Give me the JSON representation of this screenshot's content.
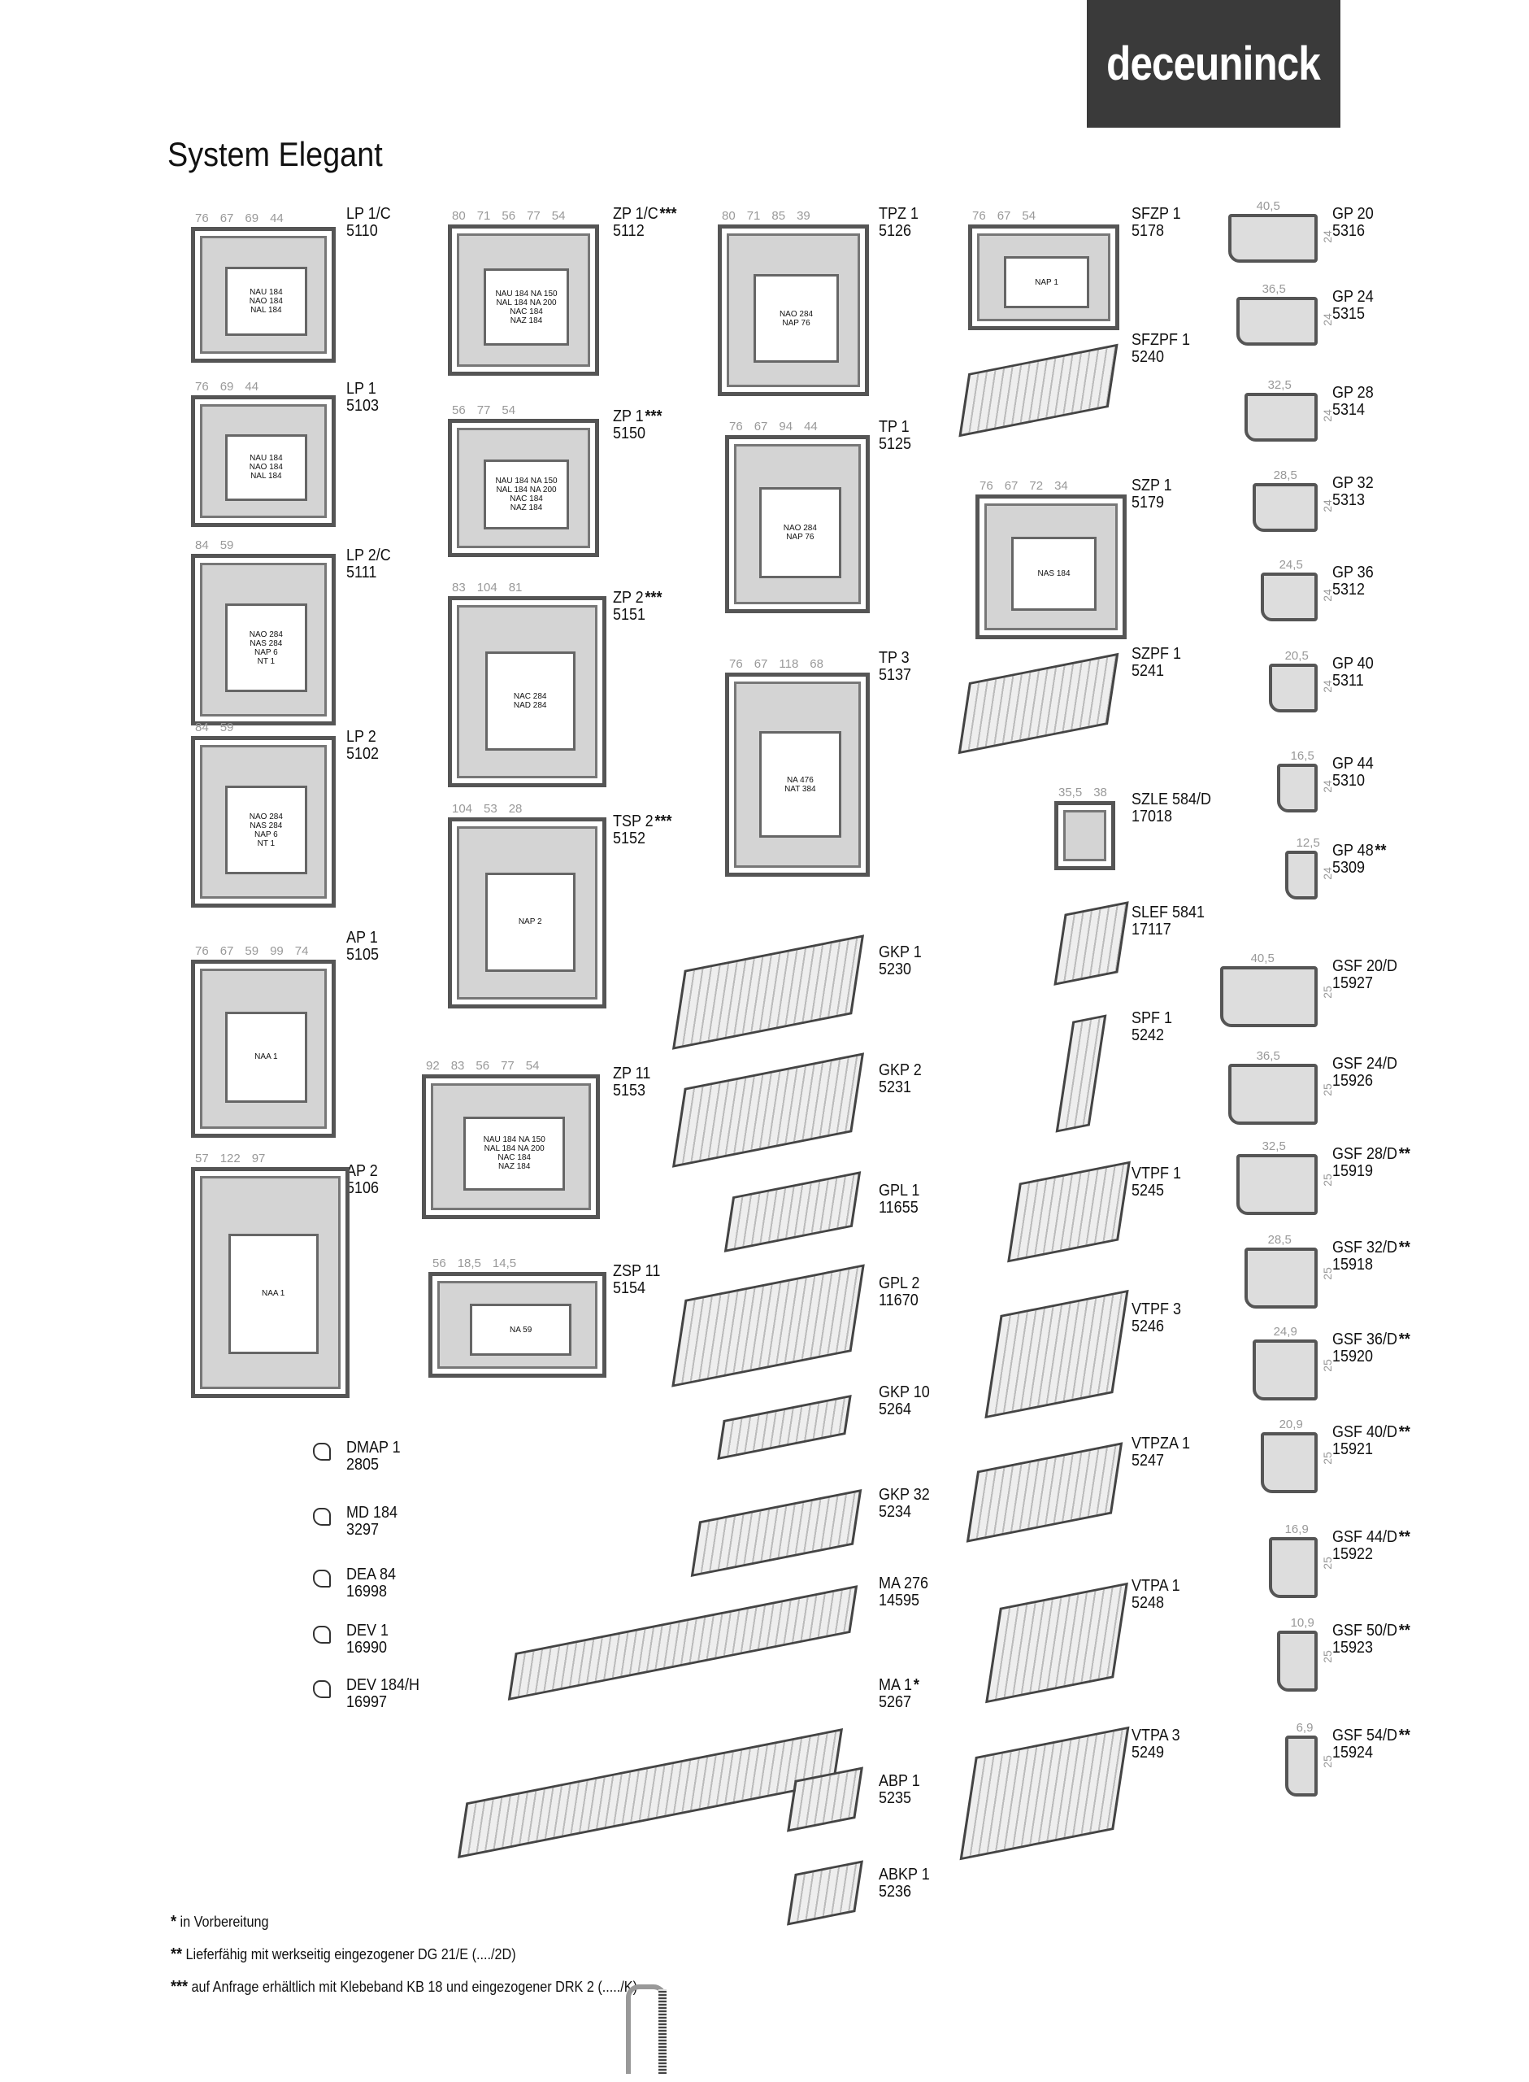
{
  "brand": "deceuninck",
  "title": "System Elegant",
  "items": [
    {
      "name": "LP 1/C",
      "code": "5110",
      "type": "profile",
      "dims": [
        "76",
        "67",
        "69",
        "44"
      ],
      "glazing": [
        "NAU 184",
        "NAO 184",
        "NAL 184"
      ]
    },
    {
      "name": "LP 1",
      "code": "5103",
      "type": "profile",
      "dims": [
        "76",
        "69",
        "44"
      ],
      "glazing": [
        "NAU 184",
        "NAO 184",
        "NAL 184"
      ]
    },
    {
      "name": "LP 2/C",
      "code": "5111",
      "type": "profile",
      "dims": [
        "84",
        "59"
      ],
      "glazing": [
        "NAO 284",
        "NAS 284",
        "NAP 6",
        "NT 1"
      ]
    },
    {
      "name": "LP 2",
      "code": "5102",
      "type": "profile",
      "dims": [
        "84",
        "59"
      ],
      "glazing": [
        "NAO 284",
        "NAS 284",
        "NAP 6",
        "NT 1"
      ]
    },
    {
      "name": "AP 1",
      "code": "5105",
      "type": "profile",
      "dims": [
        "76",
        "67",
        "59",
        "99",
        "74"
      ],
      "glazing": [
        "NAA 1"
      ]
    },
    {
      "name": "AP 2",
      "code": "5106",
      "type": "profile",
      "dims": [
        "57",
        "122",
        "97"
      ],
      "glazing": [
        "NAA 1"
      ]
    },
    {
      "name": "ZP 1/C",
      "code": "5112",
      "star": "***",
      "type": "profile",
      "dims": [
        "80",
        "71",
        "56",
        "77",
        "54"
      ],
      "glazing": [
        "NAU 184  NA 150",
        "NAL 184  NA 200",
        "NAC 184",
        "NAZ 184"
      ]
    },
    {
      "name": "ZP 1",
      "code": "5150",
      "star": "***",
      "type": "profile",
      "dims": [
        "56",
        "77",
        "54"
      ],
      "glazing": [
        "NAU 184  NA 150",
        "NAL 184  NA 200",
        "NAC 184",
        "NAZ 184"
      ]
    },
    {
      "name": "ZP 2",
      "code": "5151",
      "star": "***",
      "type": "profile",
      "dims": [
        "83",
        "104",
        "81"
      ],
      "glazing": [
        "NAC 284",
        "NAD 284"
      ]
    },
    {
      "name": "TSP 2",
      "code": "5152",
      "star": "***",
      "type": "profile",
      "dims": [
        "104",
        "53",
        "28"
      ],
      "glazing": [
        "NAP 2"
      ]
    },
    {
      "name": "ZP 11",
      "code": "5153",
      "type": "profile",
      "dims": [
        "92",
        "83",
        "56",
        "77",
        "54"
      ],
      "glazing": [
        "NAU 184  NA 150",
        "NAL 184  NA 200",
        "NAC 184",
        "NAZ 184"
      ]
    },
    {
      "name": "ZSP 11",
      "code": "5154",
      "type": "profile",
      "dims": [
        "56",
        "18,5",
        "14,5"
      ],
      "glazing": [
        "NA 59"
      ]
    },
    {
      "name": "TPZ 1",
      "code": "5126",
      "type": "profile",
      "dims": [
        "80",
        "71",
        "85",
        "39"
      ],
      "glazing": [
        "NAO 284",
        "NAP 76"
      ]
    },
    {
      "name": "TP 1",
      "code": "5125",
      "type": "profile",
      "dims": [
        "76",
        "67",
        "94",
        "44"
      ],
      "glazing": [
        "NAO 284",
        "NAP 76"
      ]
    },
    {
      "name": "TP 3",
      "code": "5137",
      "type": "profile",
      "dims": [
        "76",
        "67",
        "118",
        "68"
      ],
      "glazing": [
        "NA 476",
        "NAT 384"
      ]
    },
    {
      "name": "GKP 1",
      "code": "5230",
      "type": "part"
    },
    {
      "name": "GKP 2",
      "code": "5231",
      "type": "part"
    },
    {
      "name": "GPL 1",
      "code": "11655",
      "type": "part"
    },
    {
      "name": "GPL 2",
      "code": "11670",
      "type": "part"
    },
    {
      "name": "GKP 10",
      "code": "5264",
      "type": "part"
    },
    {
      "name": "GKP 32",
      "code": "5234",
      "type": "part"
    },
    {
      "name": "MA 276",
      "code": "14595",
      "type": "part"
    },
    {
      "name": "MA 1",
      "code": "5267",
      "star": "*",
      "type": "part"
    },
    {
      "name": "ABP 1",
      "code": "5235",
      "type": "part"
    },
    {
      "name": "ABKP 1",
      "code": "5236",
      "type": "part"
    },
    {
      "name": "SFZP 1",
      "code": "5178",
      "type": "profile",
      "dims": [
        "76",
        "67",
        "54"
      ],
      "glazing": [
        "NAP 1"
      ]
    },
    {
      "name": "SFZPF 1",
      "code": "5240",
      "type": "part"
    },
    {
      "name": "SZP 1",
      "code": "5179",
      "type": "profile",
      "dims": [
        "76",
        "67",
        "72",
        "34"
      ],
      "glazing": [
        "NAS 184"
      ]
    },
    {
      "name": "SZPF 1",
      "code": "5241",
      "type": "part"
    },
    {
      "name": "SZLE 584/D",
      "code": "17018",
      "type": "profile",
      "dims": [
        "35,5",
        "38"
      ],
      "glazing": []
    },
    {
      "name": "SLEF 5841",
      "code": "17117",
      "type": "part"
    },
    {
      "name": "SPF 1",
      "code": "5242",
      "type": "part"
    },
    {
      "name": "VTPF 1",
      "code": "5245",
      "type": "part"
    },
    {
      "name": "VTPF 3",
      "code": "5246",
      "type": "part"
    },
    {
      "name": "VTPZA 1",
      "code": "5247",
      "type": "part"
    },
    {
      "name": "VTPA 1",
      "code": "5248",
      "type": "part"
    },
    {
      "name": "VTPA 3",
      "code": "5249",
      "type": "part"
    },
    {
      "name": "GP 20",
      "code": "5316",
      "type": "gp",
      "dims": [
        "40,5"
      ],
      "h": "24"
    },
    {
      "name": "GP 24",
      "code": "5315",
      "type": "gp",
      "dims": [
        "36,5"
      ],
      "h": "24"
    },
    {
      "name": "GP 28",
      "code": "5314",
      "type": "gp",
      "dims": [
        "32,5"
      ],
      "h": "24"
    },
    {
      "name": "GP 32",
      "code": "5313",
      "type": "gp",
      "dims": [
        "28,5"
      ],
      "h": "24"
    },
    {
      "name": "GP 36",
      "code": "5312",
      "type": "gp",
      "dims": [
        "24,5"
      ],
      "h": "24"
    },
    {
      "name": "GP 40",
      "code": "5311",
      "type": "gp",
      "dims": [
        "20,5"
      ],
      "h": "24"
    },
    {
      "name": "GP 44",
      "code": "5310",
      "type": "gp",
      "dims": [
        "16,5"
      ],
      "h": "24"
    },
    {
      "name": "GP 48",
      "code": "5309",
      "star": "**",
      "type": "gp",
      "dims": [
        "12,5"
      ],
      "h": "24"
    },
    {
      "name": "GSF 20/D",
      "code": "15927",
      "type": "gp",
      "dims": [
        "40,5"
      ],
      "h": "25"
    },
    {
      "name": "GSF 24/D",
      "code": "15926",
      "type": "gp",
      "dims": [
        "36,5"
      ],
      "h": "25"
    },
    {
      "name": "GSF 28/D",
      "code": "15919",
      "star": "**",
      "type": "gp",
      "dims": [
        "32,5"
      ],
      "h": "25"
    },
    {
      "name": "GSF 32/D",
      "code": "15918",
      "star": "**",
      "type": "gp",
      "dims": [
        "28,5"
      ],
      "h": "25"
    },
    {
      "name": "GSF 36/D",
      "code": "15920",
      "star": "**",
      "type": "gp",
      "dims": [
        "24,9"
      ],
      "h": "25"
    },
    {
      "name": "GSF 40/D",
      "code": "15921",
      "star": "**",
      "type": "gp",
      "dims": [
        "20,9"
      ],
      "h": "25"
    },
    {
      "name": "GSF 44/D",
      "code": "15922",
      "star": "**",
      "type": "gp",
      "dims": [
        "16,9"
      ],
      "h": "25"
    },
    {
      "name": "GSF 50/D",
      "code": "15923",
      "star": "**",
      "type": "gp",
      "dims": [
        "10,9"
      ],
      "h": "25"
    },
    {
      "name": "GSF 54/D",
      "code": "15924",
      "star": "**",
      "type": "gp",
      "dims": [
        "6,9"
      ],
      "h": "25"
    },
    {
      "name": "DMAP 1",
      "code": "2805",
      "type": "seal"
    },
    {
      "name": "MD 184",
      "code": "3297",
      "type": "seal"
    },
    {
      "name": "DEA 84",
      "code": "16998",
      "type": "seal"
    },
    {
      "name": "DEV 1",
      "code": "16990",
      "type": "seal"
    },
    {
      "name": "DEV 184/H",
      "code": "16997",
      "type": "seal"
    }
  ],
  "footnotes": [
    {
      "mark": "*",
      "text": "in Vorbereitung"
    },
    {
      "mark": "**",
      "text": "Lieferfähig mit werkseitig eingezogener DG 21/E (..../2D)"
    },
    {
      "mark": "***",
      "text": "auf Anfrage erhältlich mit Klebeband KB 18 und eingezogener DRK 2 (...../K)"
    }
  ]
}
